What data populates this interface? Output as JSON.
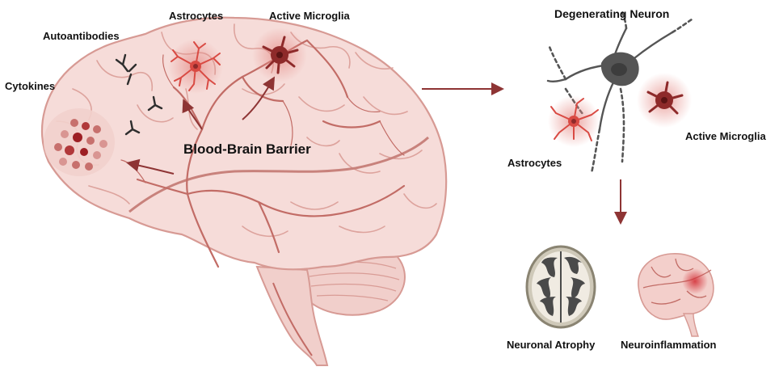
{
  "labels": {
    "autoantibodies": "Autoantibodies",
    "astrocytes_left": "Astrocytes",
    "active_microglia_left": "Active Microglia",
    "cytokines": "Cytokines",
    "bbb": "Blood-Brain Barrier",
    "degenerating_neuron": "Degenerating Neuron",
    "astrocytes_right": "Astrocytes",
    "active_microglia_right": "Active Microglia",
    "neuronal_atrophy": "Neuronal Atrophy",
    "neuroinflammation": "Neuroinflammation"
  },
  "colors": {
    "brain_fill": "#f6dcd9",
    "brain_outline": "#d79a94",
    "vessel": "#c26c66",
    "arrow": "#8e3434",
    "astrocyte": "#d94a43",
    "microglia": "#8e2a2a",
    "neuron": "#555555",
    "antibody": "#2e2e2e"
  },
  "icons": [
    "brain-illustration",
    "astrocyte-icon",
    "microglia-icon",
    "antibody-icon",
    "cytokine-cluster-icon",
    "neuron-icon",
    "mri-slice-icon",
    "inflamed-brain-icon"
  ]
}
